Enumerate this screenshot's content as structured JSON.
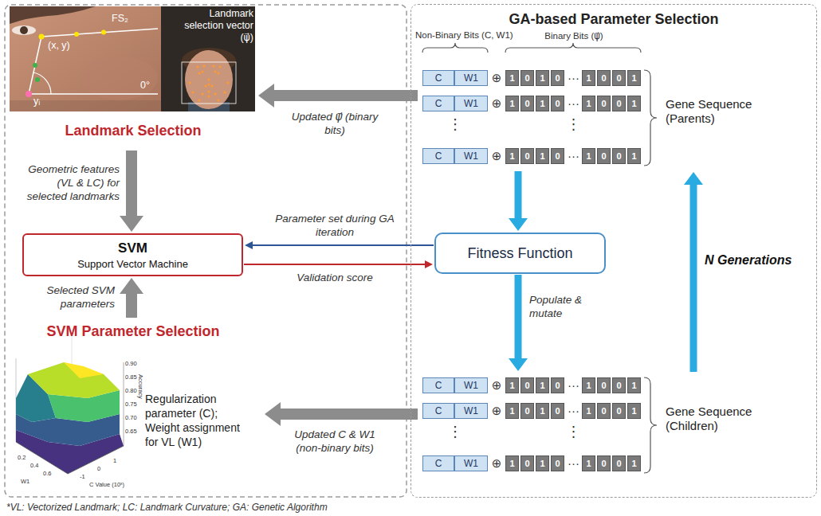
{
  "diagram": {
    "caption": "*VL: Vectorized Landmark; LC: Landmark Curvature; GA: Genetic Algorithm",
    "nodes": [
      {
        "text": [
          "Landmark Selection"
        ]
      },
      {
        "text": [
          "SVM",
          "Support Vector Machine"
        ]
      },
      {
        "text": [
          "SVM Parameter Selection"
        ]
      },
      {
        "text": [
          "GA-based Parameter Selection"
        ]
      },
      {
        "text": [
          "Gene Sequence (Parents)"
        ],
        "in": 3
      },
      {
        "text": [
          "C"
        ],
        "in": 4
      },
      {
        "text": [
          "W1"
        ],
        "in": 4
      },
      {
        "text": [
          "1"
        ],
        "in": 4
      },
      {
        "text": [
          "0"
        ],
        "in": 4
      },
      {
        "text": [
          "1"
        ],
        "in": 4
      },
      {
        "text": [
          "0"
        ],
        "in": 4
      },
      {
        "text": [
          "1"
        ],
        "in": 4
      },
      {
        "text": [
          "0"
        ],
        "in": 4
      },
      {
        "text": [
          "0"
        ],
        "in": 4
      },
      {
        "text": [
          "1"
        ],
        "in": 4
      },
      {
        "text": [
          "C"
        ],
        "in": 4
      },
      {
        "text": [
          "W1"
        ],
        "in": 4
      },
      {
        "text": [
          "1"
        ],
        "in": 4
      },
      {
        "text": [
          "0"
        ],
        "in": 4
      },
      {
        "text": [
          "1"
        ],
        "in": 4
      },
      {
        "text": [
          "0"
        ],
        "in": 4
      },
      {
        "text": [
          "1"
        ],
        "in": 4
      },
      {
        "text": [
          "0"
        ],
        "in": 4
      },
      {
        "text": [
          "0"
        ],
        "in": 4
      },
      {
        "text": [
          "1"
        ],
        "in": 4
      },
      {
        "text": [
          "C"
        ],
        "in": 4
      },
      {
        "text": [
          "W1"
        ],
        "in": 4
      },
      {
        "text": [
          "1"
        ],
        "in": 4
      },
      {
        "text": [
          "0"
        ],
        "in": 4
      },
      {
        "text": [
          "1"
        ],
        "in": 4
      },
      {
        "text": [
          "0"
        ],
        "in": 4
      },
      {
        "text": [
          "1"
        ],
        "in": 4
      },
      {
        "text": [
          "0"
        ],
        "in": 4
      },
      {
        "text": [
          "0"
        ],
        "in": 4
      },
      {
        "text": [
          "1"
        ],
        "in": 4
      },
      {
        "text": [
          "Fitness Function"
        ],
        "in": 3
      },
      {
        "text": [
          "Gene Sequence (Children)"
        ],
        "in": 3
      },
      {
        "text": [
          "C"
        ],
        "in": 36
      },
      {
        "text": [
          "W1"
        ],
        "in": 36
      },
      {
        "text": [
          "1"
        ],
        "in": 36
      },
      {
        "text": [
          "0"
        ],
        "in": 36
      },
      {
        "text": [
          "1"
        ],
        "in": 36
      },
      {
        "text": [
          "0"
        ],
        "in": 36
      },
      {
        "text": [
          "1"
        ],
        "in": 36
      },
      {
        "text": [
          "0"
        ],
        "in": 36
      },
      {
        "text": [
          "0"
        ],
        "in": 36
      },
      {
        "text": [
          "1"
        ],
        "in": 36
      },
      {
        "text": [
          "C"
        ],
        "in": 36
      },
      {
        "text": [
          "W1"
        ],
        "in": 36
      },
      {
        "text": [
          "1"
        ],
        "in": 36
      },
      {
        "text": [
          "0"
        ],
        "in": 36
      },
      {
        "text": [
          "1"
        ],
        "in": 36
      },
      {
        "text": [
          "0"
        ],
        "in": 36
      },
      {
        "text": [
          "1"
        ],
        "in": 36
      },
      {
        "text": [
          "0"
        ],
        "in": 36
      },
      {
        "text": [
          "0"
        ],
        "in": 36
      },
      {
        "text": [
          "1"
        ],
        "in": 36
      },
      {
        "text": [
          "C"
        ],
        "in": 36
      },
      {
        "text": [
          "W1"
        ],
        "in": 36
      },
      {
        "text": [
          "1"
        ],
        "in": 36
      },
      {
        "text": [
          "0"
        ],
        "in": 36
      },
      {
        "text": [
          "1"
        ],
        "in": 36
      },
      {
        "text": [
          "0"
        ],
        "in": 36
      },
      {
        "text": [
          "1"
        ],
        "in": 36
      },
      {
        "text": [
          "0"
        ],
        "in": 36
      },
      {
        "text": [
          "0"
        ],
        "in": 36
      },
      {
        "text": [
          "1"
        ],
        "in": 36
      }
    ],
    "edges": [
      {
        "from": 4,
        "to": 0,
        "arrow": "to",
        "label": "Updated ψ⃗ (binary bits)"
      },
      {
        "from": 0,
        "to": 1,
        "arrow": "to",
        "label": "Geometric features (VL & LC) for selected landmarks"
      },
      {
        "from": 35,
        "to": 1,
        "arrow": "to",
        "label": "Parameter set during GA iteration"
      },
      {
        "from": 1,
        "to": 35,
        "arrow": "to",
        "label": "Validation score"
      },
      {
        "from": 2,
        "to": 1,
        "arrow": "to",
        "label": "Selected SVM parameters"
      },
      {
        "from": 36,
        "to": 2,
        "arrow": "to",
        "label": "Updated C & W1 (non-binary bits)"
      },
      {
        "from": 4,
        "to": 35,
        "arrow": "to"
      },
      {
        "from": 35,
        "to": 36,
        "arrow": "to",
        "label": "Populate & mutate"
      },
      {
        "from": 36,
        "to": 4,
        "arrow": "to",
        "label": "N Generations"
      }
    ],
    "labels": [
      "FS₂",
      "(x, y)",
      "0°",
      "yᵢ",
      "Landmark selection vector (ψ⃗)",
      "Regularization parameter (C); Weight assignment for VL (W1)",
      "Non-Binary Bits (C, W1)",
      "Binary Bits (ψ⃗)",
      "⊕",
      "⊕",
      "⊕",
      "···",
      "···",
      "···",
      "⋮",
      "⋮",
      "⊕",
      "⊕",
      "⊕",
      "···",
      "···",
      "···",
      "⋮",
      "⋮",
      "0.90",
      "0.85",
      "0.80",
      "0.75",
      "0.70",
      "0.65",
      "Accuracy",
      "0.2",
      "0.4",
      "0.6",
      "W1",
      "-1",
      "0",
      "1",
      "C Value (10ˣ)"
    ]
  }
}
